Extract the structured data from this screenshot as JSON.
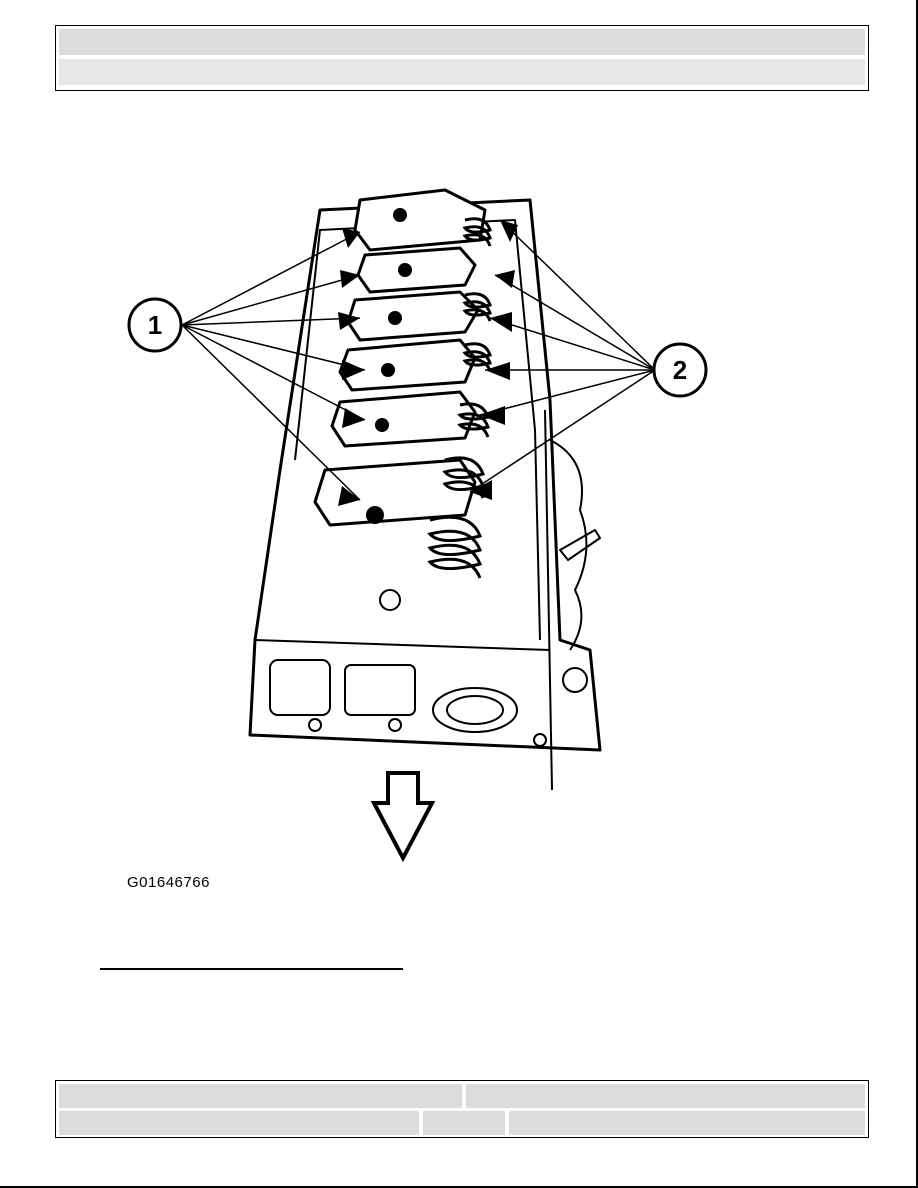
{
  "header": {
    "row1_text": "",
    "row2_text": ""
  },
  "figure": {
    "callouts": [
      "1",
      "2"
    ],
    "figure_id": "G01646766",
    "front_arrow_icon": "down-arrow-icon"
  },
  "footer": {
    "top_left": "",
    "top_right": "",
    "bottom_left": "",
    "bottom_middle": "",
    "bottom_right": ""
  }
}
